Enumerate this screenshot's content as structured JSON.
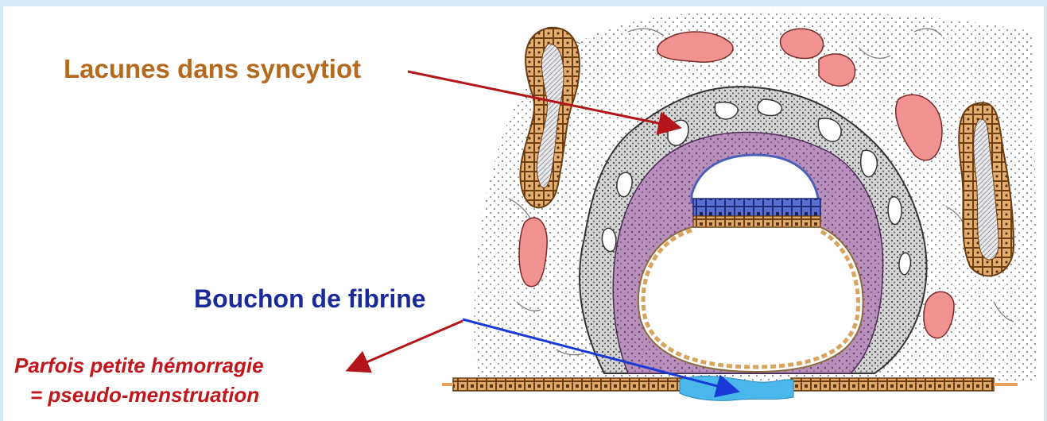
{
  "labels": {
    "lacunes": "Lacunes dans syncytiot",
    "bouchon": "Bouchon de fibrine",
    "hemorragie_line1": "Parfois petite hémorragie",
    "hemorragie_line2": "=  pseudo-menstruation"
  },
  "colors": {
    "lacunes_text": "#b46a1e",
    "bouchon_text": "#1c2a99",
    "hemorragie_text": "#c0171c",
    "syncytio": "#d9d9d9",
    "cytotrophoblast": "#b48ab8",
    "gland": "#e0a96a",
    "vessel": "#ef8c8a",
    "fibrin": "#4ab8ea",
    "epiblast": "#5c6fd4"
  }
}
